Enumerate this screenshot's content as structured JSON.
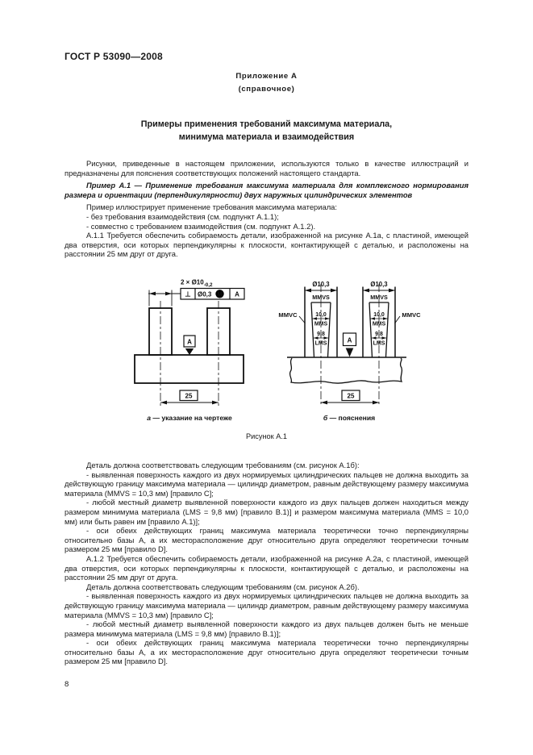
{
  "doc": {
    "standard": "ГОСТ Р 53090—2008",
    "page_number": "8"
  },
  "appendix": {
    "label": "Приложение А",
    "kind": "(справочное)",
    "title": "Примеры применения требований максимума материала,\nминимума материала и взаимодействия"
  },
  "text": {
    "intro": "Рисунки, приведенные в настоящем приложении, используются только в качестве иллюстраций и предназначены для пояснения соответствующих положений настоящего стандарта.",
    "example_heading": "Пример А.1 — Применение требования максимума материала для комплексного нормирования размера и ориентации (перпендикулярности) двух наружных цилиндрических элементов",
    "p_illustrates": "Пример иллюстрирует применение требования максимума материала:",
    "li_without": "- без требования взаимодействия (см. подпункт А.1.1);",
    "li_with": "- совместно с требованием взаимодействия (см. подпункт А.1.2).",
    "p_a11": "А.1.1 Требуется обеспечить собираемость детали, изображенной на рисунке А.1а, с пластиной, имеющей два отверстия, оси которых перпендикулярны к плоскости, контактирующей с деталью, и расположены на расстоянии 25 мм друг от друга.",
    "p_detail_req_1": "Деталь должна соответствовать следующим требованиям (см. рисунок А.1б):",
    "li_surface_1": "- выявленная поверхность каждого из двух нормируемых цилиндрических пальцев не должна выходить за действующую границу максимума материала — цилиндр диаметром, равным действующему размеру максимума материала (MMVS = 10,3 мм) [правило C];",
    "li_local_1": "- любой местный диаметр выявленной поверхности каждого из двух пальцев должен находиться между размером минимума материала (LMS = 9,8 мм) [правило B.1)] и размером максимума материала (MMS = 10,0 мм) или быть равен им [правило A.1)];",
    "li_axes_1": "- оси обеих действующих границ максимума материала теоретически точно перпендикулярны относительно базы А, а их месторасположение друг относительно друга определяют теоретически точным размером 25 мм [правило D].",
    "p_a12": "А.1.2 Требуется обеспечить собираемость детали, изображенной на рисунке А.2а, с пластиной, имеющей два отверстия, оси которых перпендикулярны к плоскости, контактирующей с деталью, и расположены на расстоянии 25 мм друг от друга.",
    "p_detail_req_2": "Деталь должна соответствовать следующим требованиям (см. рисунок А.2б).",
    "li_surface_2": "- выявленная поверхность каждого из двух нормируемых цилиндрических пальцев не должна выходить за действующую границу максимума материала — цилиндр диаметром, равным действующему размеру максимума материала (MMVS = 10,3 мм) [правило C];",
    "li_local_2": "- любой местный диаметр выявленной поверхности каждого из двух пальцев должен быть не меньше размера минимума материала (LMS = 9,8 мм) [правило B.1)];",
    "li_axes_2": "- оси обеих действующих границ максимума материала теоретически точно перпендикулярны относительно базы А, а их месторасположение друг относительно друга определяют теоретически точным размером 25 мм [правило D]."
  },
  "figure": {
    "label": "Рисунок А.1",
    "caption_a_letter": "а",
    "caption_a_text": " — указание на чертеже",
    "caption_b_letter": "б",
    "caption_b_text": " — пояснения",
    "dim_count_dia": "2 × Ø10",
    "dim_tol": "-0,2",
    "fcf_perp": "⊥",
    "fcf_tol": "Ø0,3",
    "fcf_mmc_m": "M",
    "fcf_datum": "A",
    "datum": "A",
    "ted_25": "25",
    "dia_mmvs": "Ø10,3",
    "mmvs": "MMVS",
    "mmvc": "MMVC",
    "mms_value": "10,0",
    "mms": "MMS",
    "lms_value": "9,8",
    "lms": "LMS"
  }
}
